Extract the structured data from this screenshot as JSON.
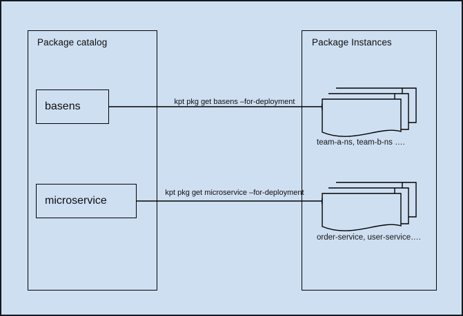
{
  "diagram": {
    "background_color": "#cfdff2",
    "stroke_color": "#000000",
    "border_color": "#14191f",
    "panels": [
      {
        "title": "Package catalog"
      },
      {
        "title": "Package Instances"
      }
    ],
    "catalog_packages": [
      {
        "label": "basens"
      },
      {
        "label": "microservice"
      }
    ],
    "arrows": [
      {
        "label": "kpt pkg get basens –for-deployment"
      },
      {
        "label": "kpt pkg get microservice –for-deployment"
      }
    ],
    "instance_stacks": [
      {
        "caption": "team-a-ns, team-b-ns …."
      },
      {
        "caption": "order-service, user-service…."
      }
    ]
  }
}
